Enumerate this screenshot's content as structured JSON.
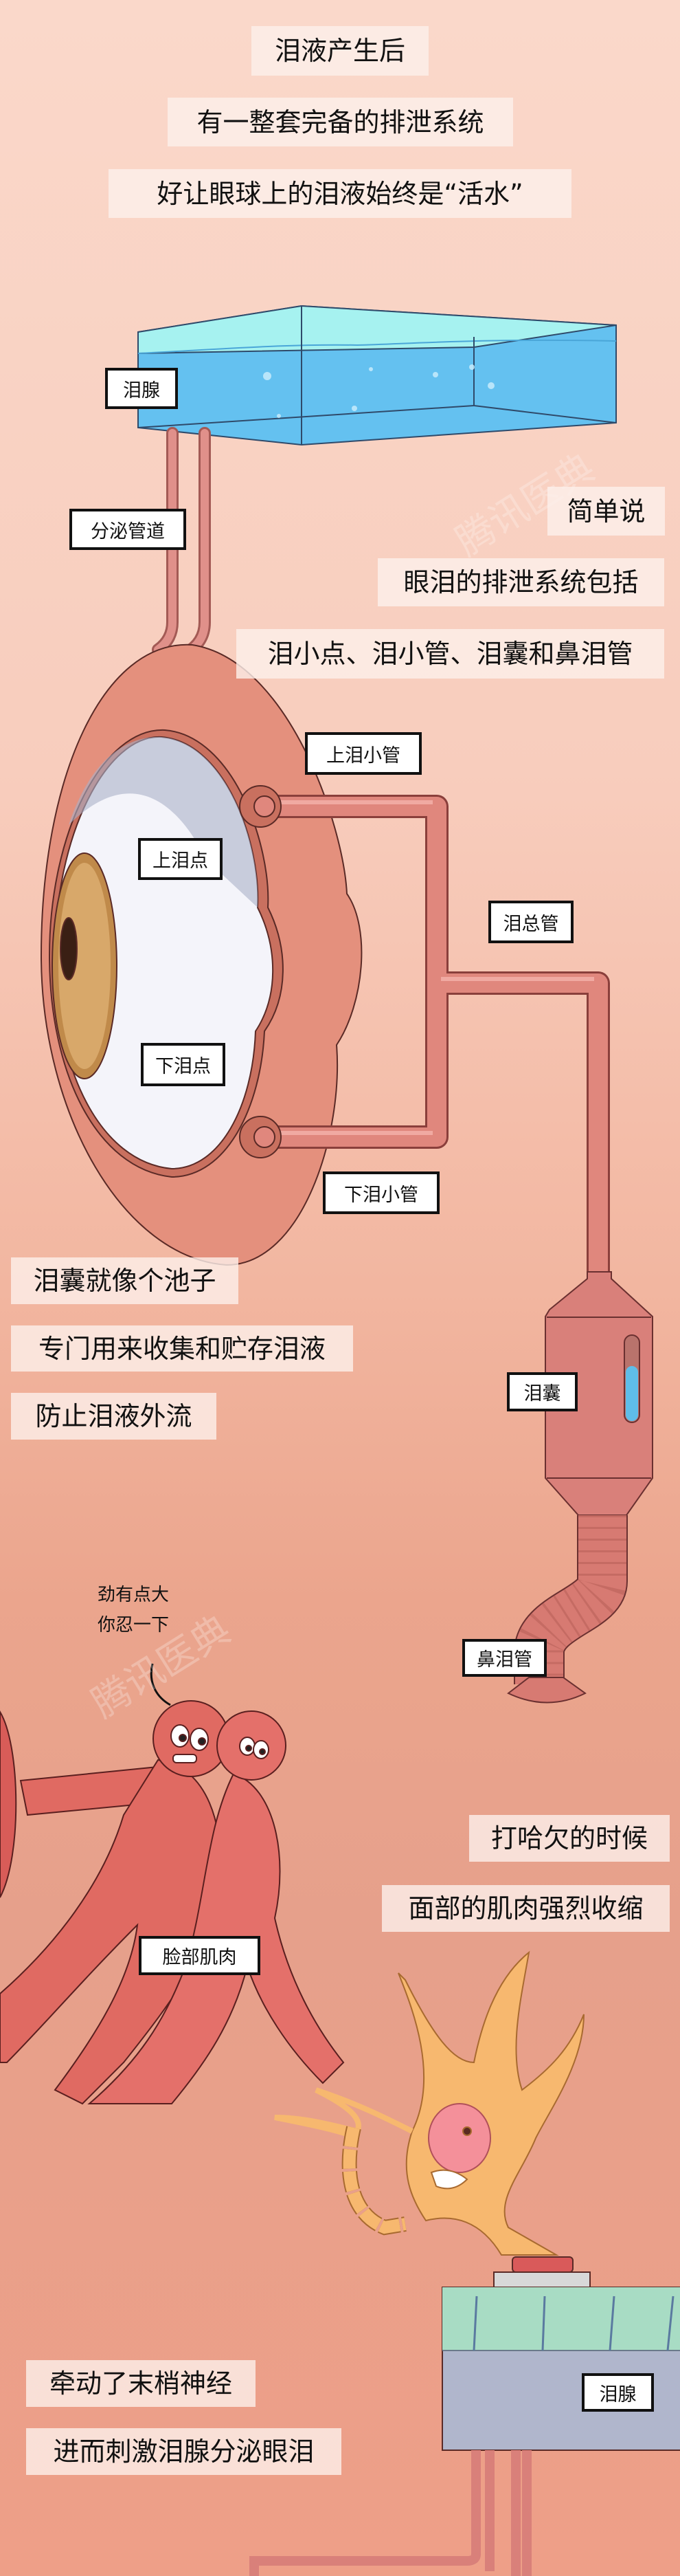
{
  "captions": {
    "intro_1": "泪液产生后",
    "intro_2": "有一整套完备的排泄系统",
    "intro_3": "好让眼球上的泪液始终是“活水”",
    "simple_1": "简单说",
    "simple_2": "眼泪的排泄系统包括",
    "simple_3": "泪小点、泪小管、泪囊和鼻泪管",
    "sac_1": "泪囊就像个池子",
    "sac_2": "专门用来收集和贮存泪液",
    "sac_3": "防止泪液外流",
    "yawn_1": "打哈欠的时候",
    "yawn_2": "面部的肌肉强烈收缩",
    "nerve_1": "牵动了末梢神经",
    "nerve_2": "进而刺激泪腺分泌眼泪"
  },
  "labels": {
    "lacrimal_gland": "泪腺",
    "secretory_duct": "分泌管道",
    "upper_canaliculus": "上泪小管",
    "upper_punctum": "上泪点",
    "common_canaliculus": "泪总管",
    "lower_punctum": "下泪点",
    "lower_canaliculus": "下泪小管",
    "lacrimal_sac": "泪囊",
    "nasolacrimal_duct": "鼻泪管",
    "facial_muscle": "脸部肌肉",
    "lacrimal_gland_2": "泪腺"
  },
  "speech": {
    "line_1": "劲有点大",
    "line_2": "你忍一下"
  },
  "watermark": "腾讯医典",
  "colors": {
    "water": "#5fc0ef",
    "tissue": "#d9806f",
    "muscle": "#e06a62",
    "neuron": "#f7b86f"
  }
}
